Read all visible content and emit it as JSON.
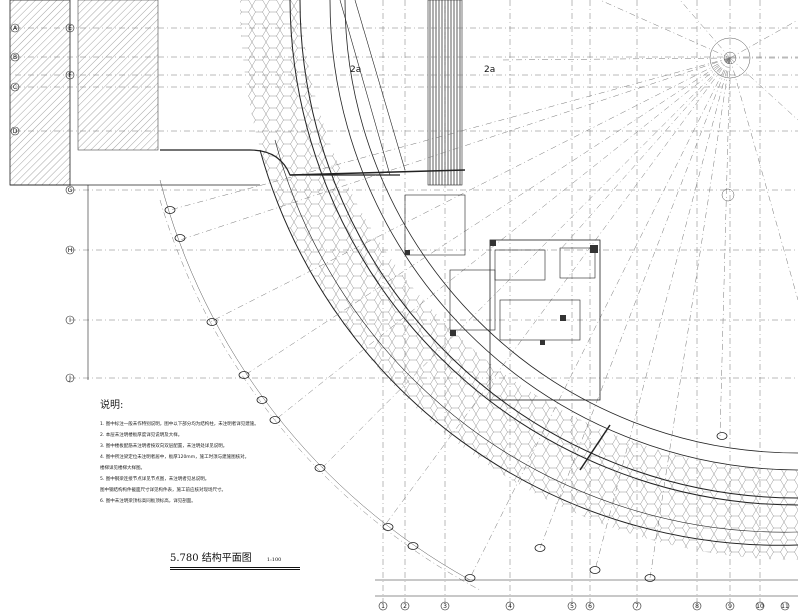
{
  "drawing": {
    "title": "5.780 结构平面图",
    "scale": "1:100",
    "zone_labels": [
      "2a",
      "2a"
    ]
  },
  "notes": {
    "heading": "说明:",
    "items": [
      "1. 图中标注一般未作特别说明，图中以下部分均为结构柱，未注明者详见建施。",
      "2. 本层未注明楼板厚度详见说明及大样。",
      "3. 图中楼板配筋未注明者按双向双层配置，未注明处详见说明。",
      "4. 图中所注梁定位未注明者居中，板厚120mm，施工时须与建施图核对。",
      "   楼梯详见楼梯大样图。",
      "5. 图中钢梁连接节点详见节点图，未注明者见总说明。",
      "   图中钢结构构件截面尺寸详见构件表，施工前应核对现场尺寸。",
      "6. 图中未注明梁顶标高同板顶标高，详见剖面。"
    ]
  },
  "axes": {
    "left_labels": [
      "A",
      "B",
      "C",
      "D",
      "E",
      "F",
      "G",
      "H",
      "I",
      "J"
    ],
    "bottom_labels": [
      "1",
      "2",
      "3",
      "4",
      "5",
      "6",
      "7",
      "8",
      "9",
      "10",
      "11"
    ]
  },
  "colors": {
    "line": "#222222",
    "hatch": "#555555",
    "background": "#ffffff"
  }
}
